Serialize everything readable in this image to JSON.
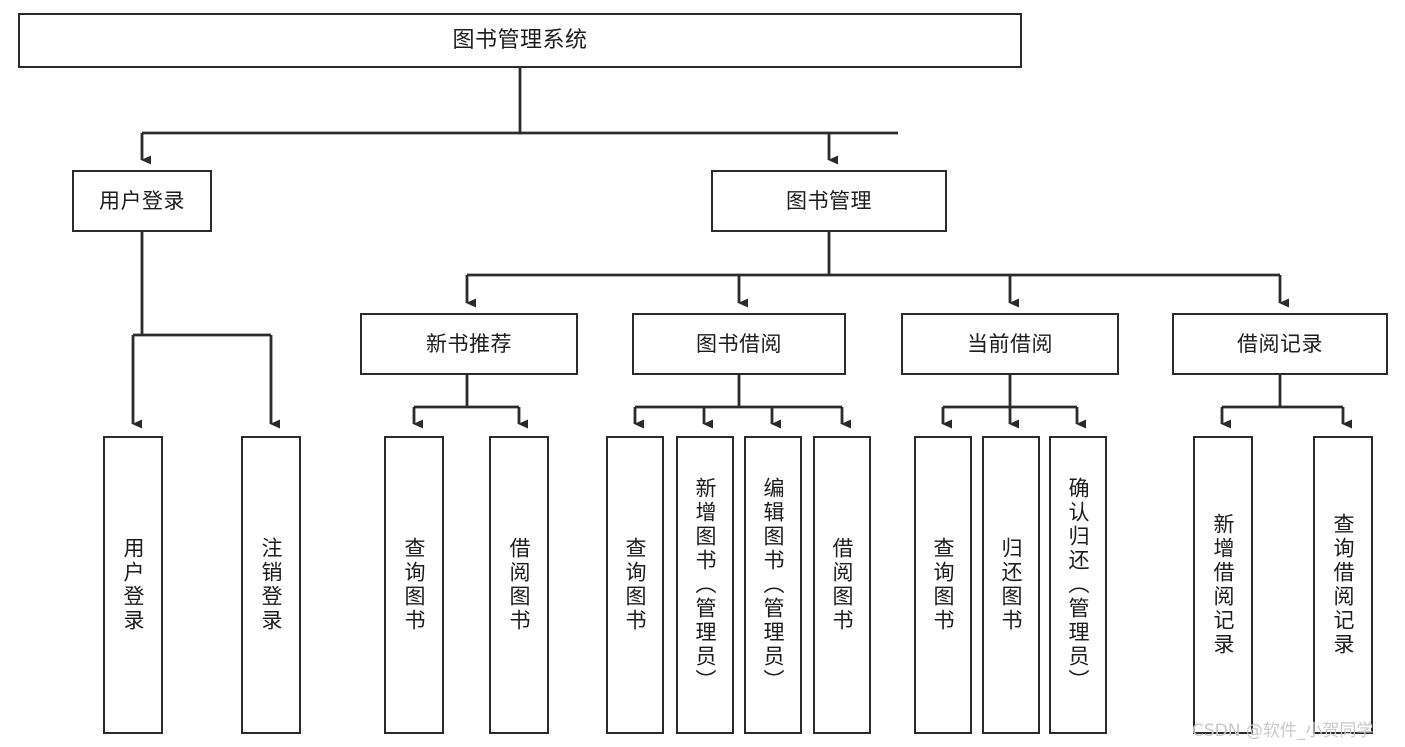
{
  "diagram": {
    "title": "图书管理系统",
    "stroke_color": "#2b2b2b",
    "background_color": "#ffffff",
    "watermark": "CSDN @软件_小贺同学"
  },
  "nodes": {
    "root": {
      "label": "图书管理系统"
    },
    "level2": [
      {
        "id": "user-login",
        "label": "用户登录"
      },
      {
        "id": "book-management",
        "label": "图书管理"
      }
    ],
    "level3": [
      {
        "id": "new-book-recommend",
        "label": "新书推荐"
      },
      {
        "id": "book-borrow",
        "label": "图书借阅"
      },
      {
        "id": "current-borrow",
        "label": "当前借阅"
      },
      {
        "id": "borrow-record",
        "label": "借阅记录"
      }
    ],
    "leaves_user_login": [
      {
        "id": "leaf-user-login",
        "label": "用户登录"
      },
      {
        "id": "leaf-user-logout",
        "label": "注销登录"
      }
    ],
    "leaves_new_book_recommend": [
      {
        "id": "leaf-query-book-1",
        "label": "查询图书"
      },
      {
        "id": "leaf-borrow-book-1",
        "label": "借阅图书"
      }
    ],
    "leaves_book_borrow": [
      {
        "id": "leaf-query-book-2",
        "label": "查询图书"
      },
      {
        "id": "leaf-add-book",
        "label": "新增图书（管理员）"
      },
      {
        "id": "leaf-edit-book",
        "label": "编辑图书（管理员）"
      },
      {
        "id": "leaf-borrow-book-2",
        "label": "借阅图书"
      }
    ],
    "leaves_current_borrow": [
      {
        "id": "leaf-query-book-3",
        "label": "查询图书"
      },
      {
        "id": "leaf-return-book",
        "label": "归还图书"
      },
      {
        "id": "leaf-confirm-return",
        "label": "确认归还（管理员）"
      }
    ],
    "leaves_borrow_record": [
      {
        "id": "leaf-add-borrow-record",
        "label": "新增借阅记录"
      },
      {
        "id": "leaf-query-borrow-record",
        "label": "查询借阅记录"
      }
    ]
  }
}
